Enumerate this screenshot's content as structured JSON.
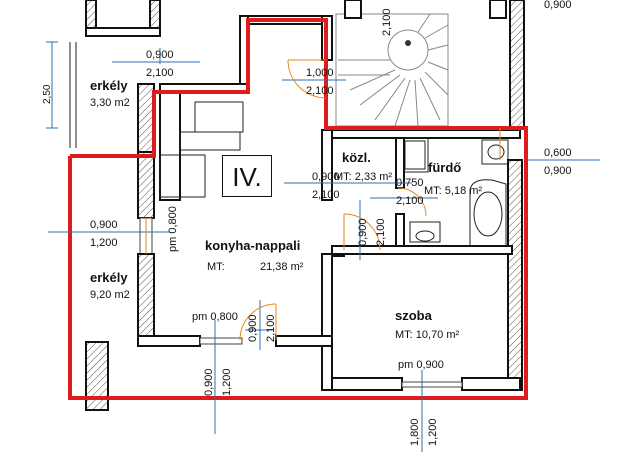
{
  "unit": "IV.",
  "rooms": [
    {
      "name": "erkély",
      "area": "3,30 m2"
    },
    {
      "name": "erkély",
      "area": "9,20 m2"
    },
    {
      "name": "konyha-nappali",
      "mt_label": "MT:",
      "area": "21,38 m²"
    },
    {
      "name": "közl.",
      "area": "MT: 2,33 m²"
    },
    {
      "name": "fürdő",
      "area": "MT: 5,18 m²"
    },
    {
      "name": "szoba",
      "area": "MT: 10,70 m²"
    }
  ],
  "dimensions": {
    "d1_top": "0,900",
    "d1_bot": "2,100",
    "d2_top": "1,000",
    "d2_bot": "2,100",
    "d3_v": "2,100",
    "d4_top": "0,600",
    "d4_bot": "0,900",
    "d5_top": "0,900",
    "d5_bot": "2,100",
    "d6_top": "0,750",
    "d6_bot": "2,100",
    "d7_top": "0,900",
    "d7_bot": "1,200",
    "d8_v": "pm 0,800",
    "d9_a": "0,900",
    "d9_b": "2,100",
    "d10": "pm 0,800",
    "d11_a": "0,900",
    "d11_b": "2,100",
    "d12": "pm 0,900",
    "d13_a": "0,900",
    "d13_b": "1,200",
    "d14_a": "1,800",
    "d14_b": "1,200",
    "side_dim": "2,50",
    "top_right": "0,900"
  },
  "colors": {
    "boundary": "#e01b1b",
    "dimension": "#2a6fb5",
    "door": "#e08a1a"
  }
}
